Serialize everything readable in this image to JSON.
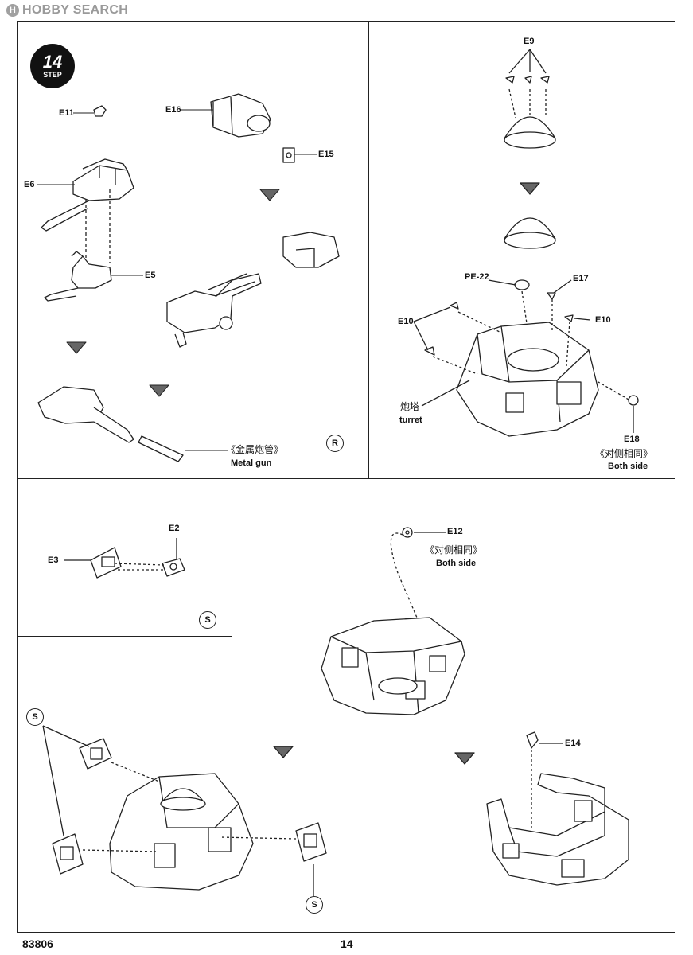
{
  "watermark": "HOBBY SEARCH",
  "step": {
    "number": "14",
    "word": "STEP"
  },
  "panel_top_left": {
    "labels": {
      "e11": "E11",
      "e6": "E6",
      "e5": "E5",
      "e16": "E16",
      "e15": "E15"
    },
    "metal_gun_cn": "《金属炮管》",
    "metal_gun_en": "Metal gun",
    "marker": "R"
  },
  "panel_top_right": {
    "labels": {
      "e9": "E9",
      "pe22": "PE-22",
      "e17": "E17",
      "e10_left": "E10",
      "e10_right": "E10",
      "e18": "E18"
    },
    "turret_cn": "炮塔",
    "turret_en": "turret",
    "both_side_cn": "《对侧相同》",
    "both_side_en": "Both side"
  },
  "panel_mid_left": {
    "labels": {
      "e2": "E2",
      "e3": "E3"
    },
    "marker": "S"
  },
  "panel_bottom": {
    "labels": {
      "e12": "E12",
      "e14": "E14"
    },
    "both_side_cn": "《对侧相同》",
    "both_side_en": "Both side",
    "marker_left": "S",
    "marker_bottom": "S"
  },
  "footer": {
    "code": "83806",
    "page": "14"
  }
}
